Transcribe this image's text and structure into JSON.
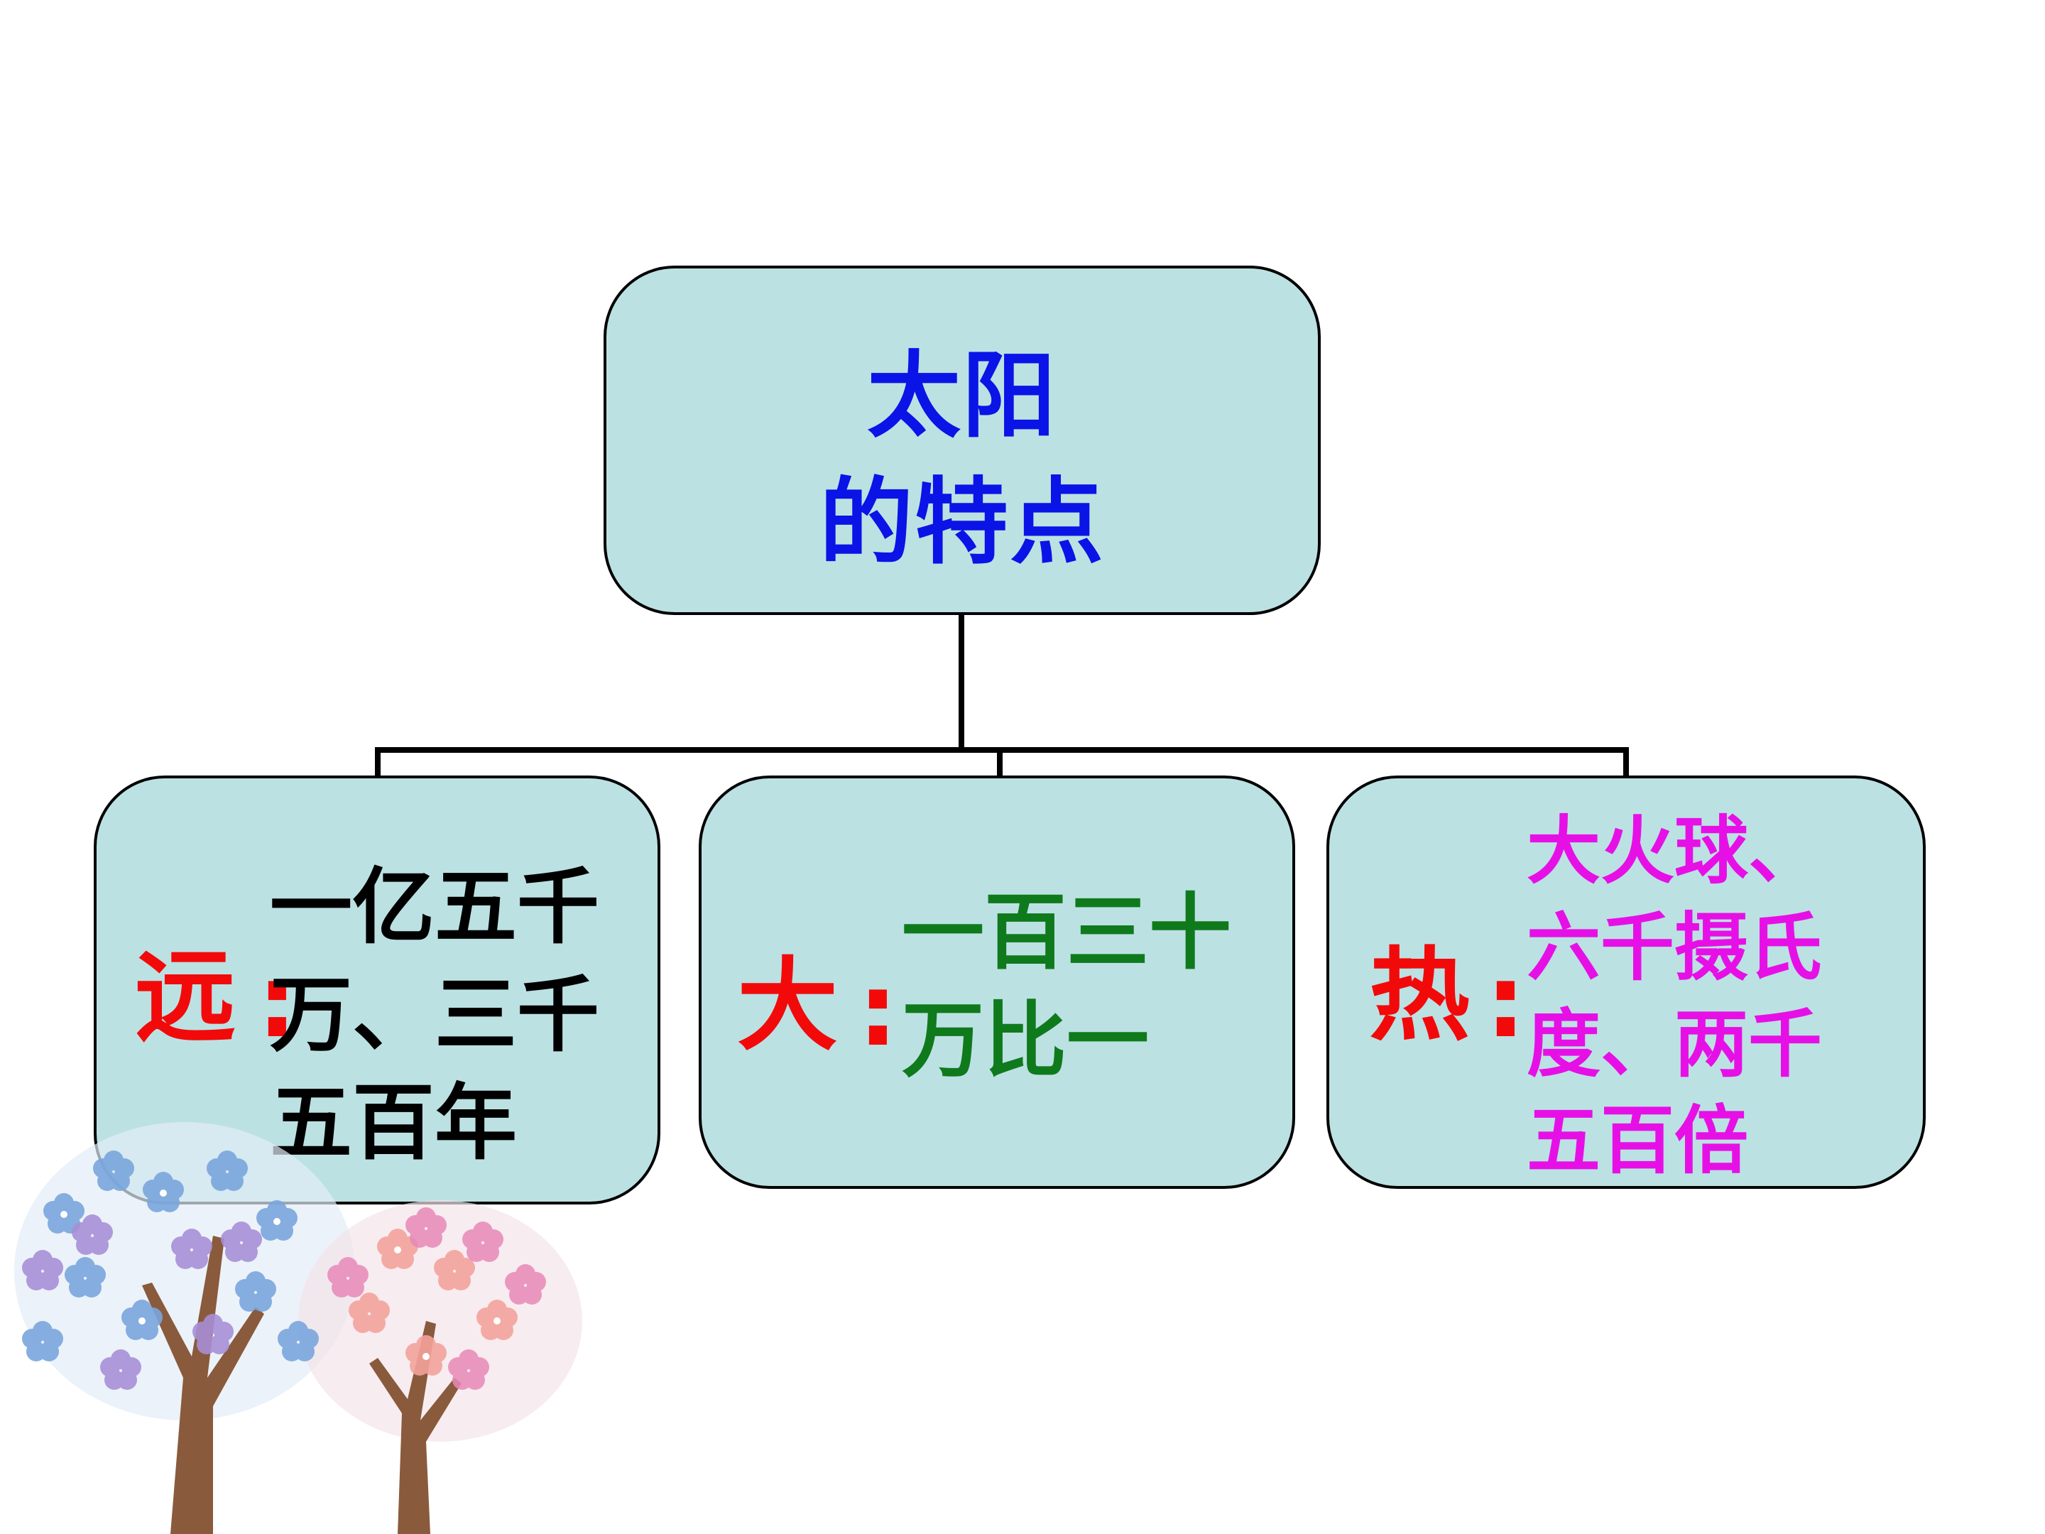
{
  "root": {
    "lines": [
      "太阳",
      "的特点"
    ]
  },
  "children": [
    {
      "lead": "远",
      "colon": ":",
      "lines": [
        "一亿五千",
        "万、三千",
        "五百年"
      ]
    },
    {
      "lead": "大",
      "colon": ":",
      "lines": [
        "一百三十",
        "万比一"
      ]
    },
    {
      "lead": "热",
      "colon": ":",
      "lines": [
        "大火球、",
        "六千摄氏",
        "度、两千",
        "五百倍"
      ]
    }
  ],
  "colors": {
    "node_fill": "#bce1e3",
    "root_text": "#0a14e6",
    "lead_text": "#f20a0a",
    "child1_text": "#000000",
    "child2_text": "#0f7a1c",
    "child3_text": "#e610e6"
  },
  "icons": [
    "tree-decoration-icon"
  ]
}
